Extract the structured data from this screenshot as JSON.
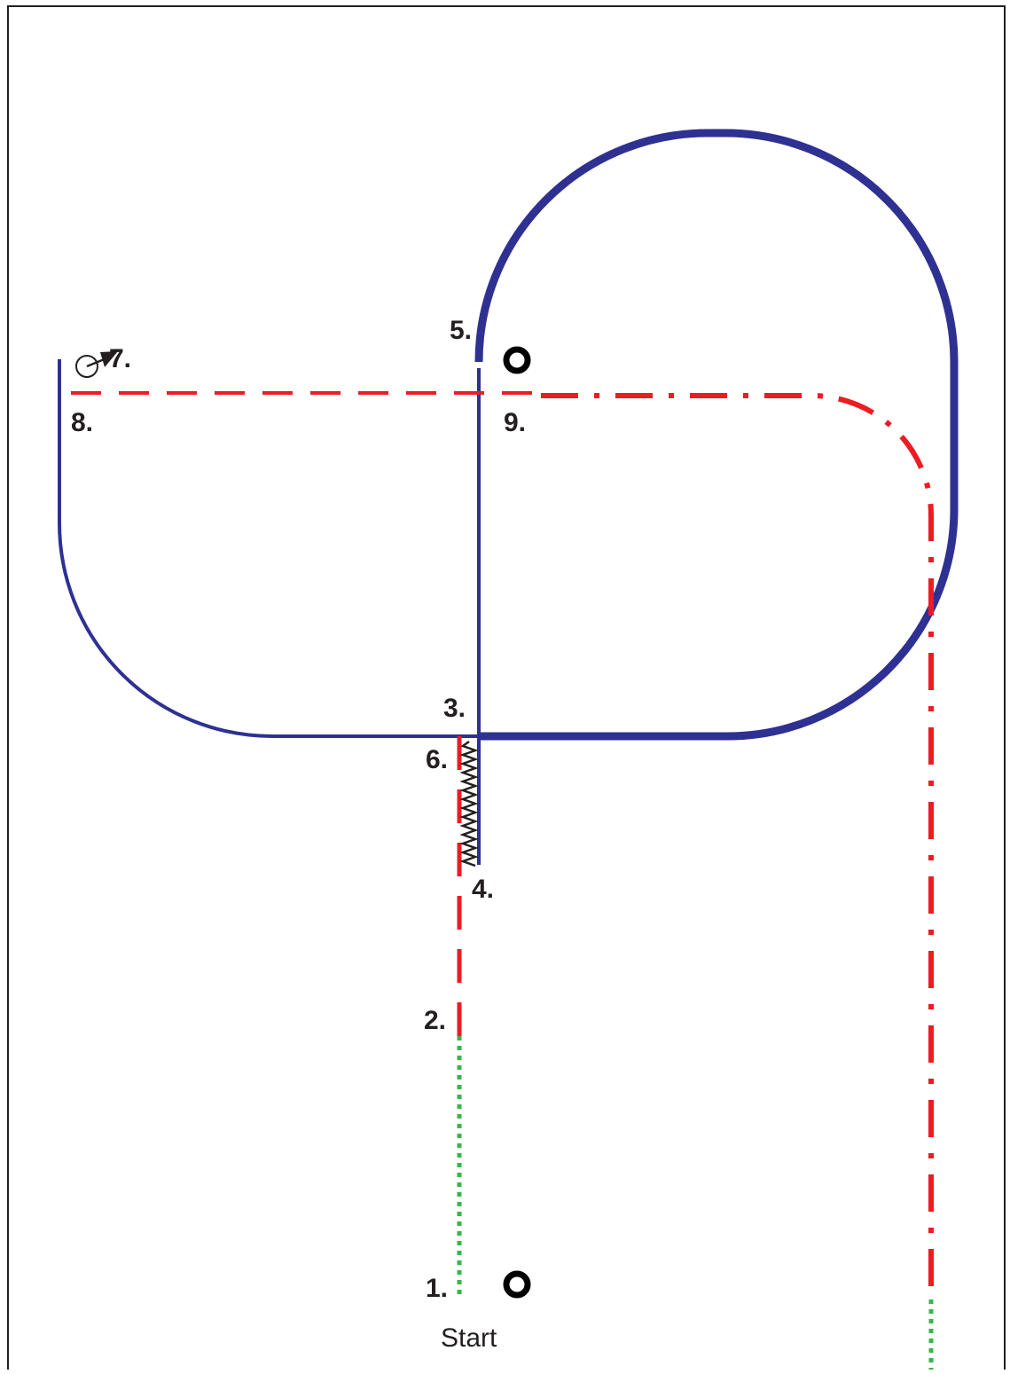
{
  "diagram": {
    "labels": {
      "p1": "1.",
      "p2": "2.",
      "p3": "3.",
      "p4": "4.",
      "p5": "5.",
      "p6": "6.",
      "p7": "7.",
      "p8": "8.",
      "p9": "9.",
      "start": "Start"
    },
    "colors": {
      "border": "#231f20",
      "track": "#2e3192",
      "dashed_path": "#ed1c24",
      "dotted_path": "#39b54a",
      "zigzag": "#231f20",
      "marker": "#000000"
    },
    "icons": {
      "cone_markers": "ring-icon",
      "halt_marker": "circle-arrow-icon"
    }
  }
}
